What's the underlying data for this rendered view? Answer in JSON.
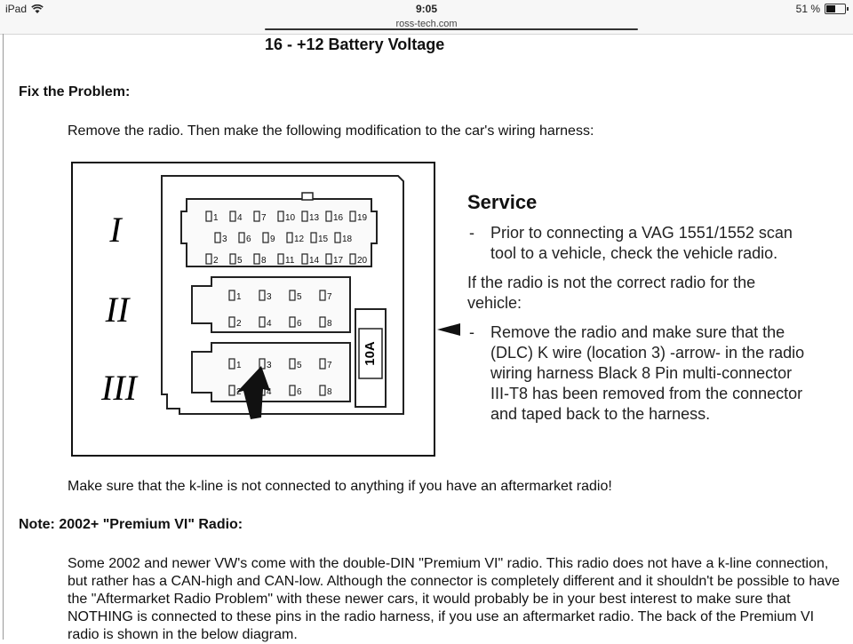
{
  "status_bar": {
    "device": "iPad",
    "time": "9:05",
    "battery": "51 %",
    "battery_level": 0.51
  },
  "url_bar": {
    "domain": "ross-tech.com"
  },
  "content": {
    "cutoff_heading": "16 - +12 Battery Voltage",
    "fix_heading": "Fix the Problem:",
    "fix_para": "Remove the radio.  Then make the following modification to the car's wiring harness:",
    "figure": {
      "roman_labels": [
        "I",
        "II",
        "III"
      ],
      "fuse_label": "10A",
      "connector_I_rows": [
        [
          "1",
          "4",
          "7",
          "10",
          "13",
          "16",
          "19"
        ],
        [
          "3",
          "6",
          "9",
          "12",
          "15",
          "18"
        ],
        [
          "2",
          "5",
          "8",
          "11",
          "14",
          "17",
          "20"
        ]
      ],
      "connector_II_rows": [
        [
          "1",
          "3",
          "5",
          "7"
        ],
        [
          "2",
          "4",
          "6",
          "8"
        ]
      ],
      "connector_III_rows": [
        [
          "1",
          "3",
          "5",
          "7"
        ],
        [
          "2",
          "4",
          "6",
          "8"
        ]
      ]
    },
    "service": {
      "title": "Service",
      "bullet1_lines": [
        "Prior to connecting a VAG 1551/1552 scan",
        "tool to a vehicle, check the vehicle radio."
      ],
      "condition_lines": [
        "If the radio is not the correct radio for the",
        "vehicle:"
      ],
      "bullet2_lines": [
        "Remove the radio and make sure that the",
        "(DLC) K wire (location 3) -arrow- in the radio",
        "wiring harness Black 8 Pin multi-connector",
        "III-T8 has been removed from the connector",
        "and taped back to the harness."
      ]
    },
    "kline_para": "Make sure that the k-line is not connected to anything if you have an aftermarket radio!",
    "note_heading": "Note: 2002+ \"Premium VI\" Radio:",
    "note_para": "Some 2002 and newer VW's come with the double-DIN \"Premium VI\" radio. This radio does not have a k-line connection, but rather has a CAN-high and CAN-low. Although the connector is completely different and it shouldn't be possible to have the \"Aftermarket Radio Problem\" with these newer cars, it would probably be in your best interest to make sure that NOTHING is connected to these pins in the radio harness, if you use an aftermarket radio. The back of the Premium VI radio is shown in the below diagram."
  }
}
